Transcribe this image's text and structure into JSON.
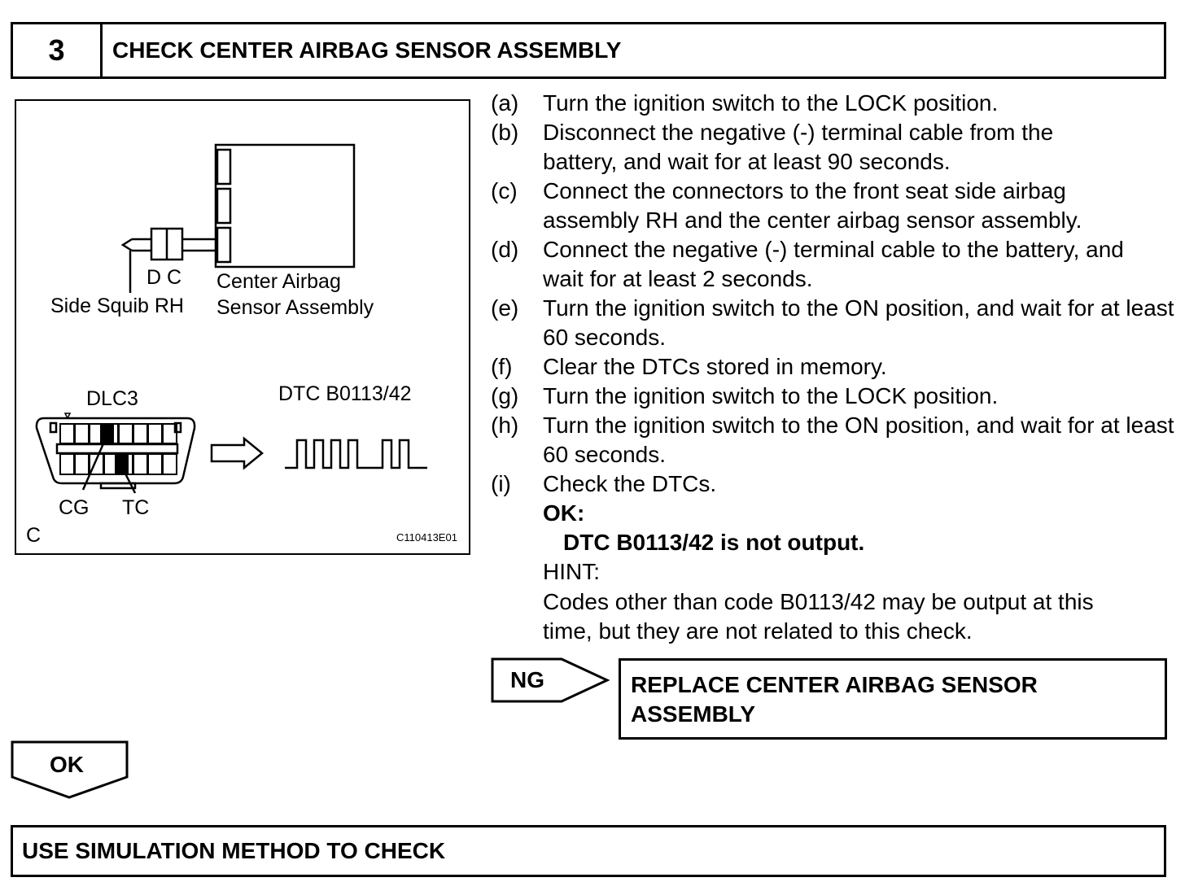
{
  "header": {
    "step_number": "3",
    "title": "CHECK CENTER AIRBAG SENSOR ASSEMBLY"
  },
  "figure": {
    "label_dc": "D C",
    "label_center_airbag": "Center Airbag",
    "label_sensor_assembly": "Sensor Assembly",
    "label_side_squib": "Side Squib RH",
    "label_dlc3": "DLC3",
    "label_dtc": "DTC B0113/42",
    "label_cg": "CG",
    "label_tc": "TC",
    "label_c": "C",
    "figure_code": "C110413E01"
  },
  "steps": [
    {
      "letter": "(a)",
      "text": "Turn the ignition switch to the LOCK position."
    },
    {
      "letter": "(b)",
      "text": "Disconnect the negative (-) terminal cable from the battery, and wait for at least 90 seconds."
    },
    {
      "letter": "(c)",
      "text": "Connect the connectors to the front seat side airbag assembly RH and the center airbag sensor assembly."
    },
    {
      "letter": "(d)",
      "text": "Connect the negative (-) terminal cable to the battery, and wait for at least 2 seconds."
    },
    {
      "letter": "(e)",
      "text": "Turn the ignition switch to the ON position, and wait for at least 60 seconds."
    },
    {
      "letter": "(f)",
      "text": "Clear the DTCs stored in memory."
    },
    {
      "letter": "(g)",
      "text": "Turn the ignition switch to the LOCK position."
    },
    {
      "letter": "(h)",
      "text": "Turn the ignition switch to the ON position, and wait for at least 60 seconds."
    },
    {
      "letter": "(i)",
      "text": "Check the DTCs."
    }
  ],
  "result": {
    "ok_label": "OK:",
    "ok_value": "DTC B0113/42 is not output.",
    "hint_label": "HINT:",
    "hint_line1": "Codes other than code B0113/42 may be output at this",
    "hint_line2": "time, but they are not related to this check."
  },
  "ng_flow": {
    "label": "NG",
    "action": "REPLACE CENTER AIRBAG SENSOR ASSEMBLY"
  },
  "ok_flow": {
    "label": "OK"
  },
  "final_step": {
    "text": "USE SIMULATION METHOD TO CHECK"
  }
}
